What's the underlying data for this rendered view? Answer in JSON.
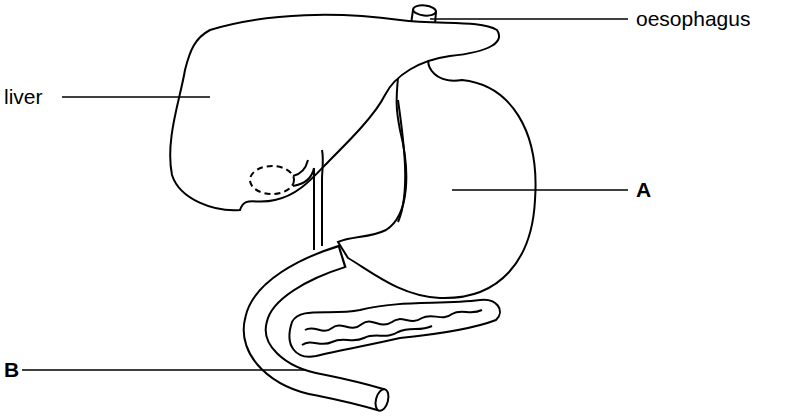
{
  "diagram": {
    "labels": [
      "oesophagus",
      "liver",
      "A",
      "B"
    ]
  }
}
